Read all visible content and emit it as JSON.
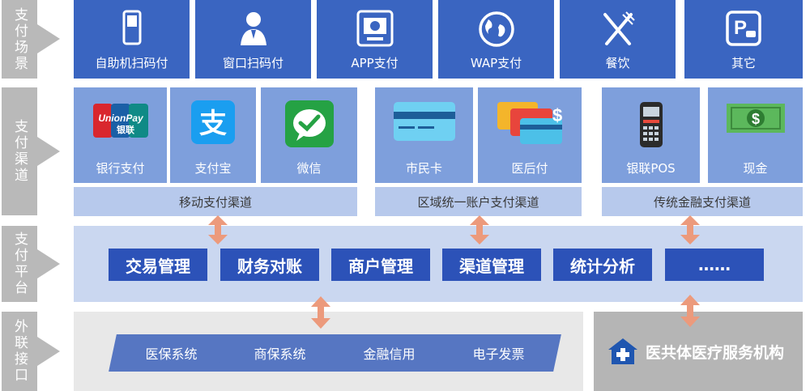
{
  "row_labels": [
    "支付场景",
    "支付渠道",
    "支付平台",
    "外联接口"
  ],
  "scenes": [
    {
      "label": "自助机扫码付",
      "icon": "kiosk-icon"
    },
    {
      "label": "窗口扫码付",
      "icon": "cashier-icon"
    },
    {
      "label": "APP支付",
      "icon": "app-icon"
    },
    {
      "label": "WAP支付",
      "icon": "globe-icon"
    },
    {
      "label": "餐饮",
      "icon": "fork-knife-icon"
    },
    {
      "label": "其它",
      "icon": "parking-icon"
    }
  ],
  "channels": [
    {
      "label": "银行支付",
      "icon": "unionpay-icon",
      "logo_text": "UnionPay",
      "logo_sub": "银联"
    },
    {
      "label": "支付宝",
      "icon": "alipay-icon",
      "logo_text": "支"
    },
    {
      "label": "微信",
      "icon": "wechat-icon"
    },
    {
      "label": "市民卡",
      "icon": "card-icon"
    },
    {
      "label": "医后付",
      "icon": "card-dollar-icon",
      "logo_text": "$"
    },
    {
      "label": "银联POS",
      "icon": "pos-icon"
    },
    {
      "label": "现金",
      "icon": "cash-icon",
      "logo_text": "$"
    }
  ],
  "channel_groups": [
    "移动支付渠道",
    "区域统一账户支付渠道",
    "传统金融支付渠道"
  ],
  "platform_modules": [
    "交易管理",
    "财务对账",
    "商户管理",
    "渠道管理",
    "统计分析",
    "……"
  ],
  "interfaces": [
    "医保系统",
    "商保系统",
    "金融信用",
    "电子发票"
  ],
  "medical_institution": "医共体医疗服务机构",
  "colors": {
    "scene": "#3a65c1",
    "channel": "#7e9fdc",
    "platform_button": "#2c52b8",
    "arrow": "#ec9a7c",
    "label_gray": "#b9b9b9"
  }
}
